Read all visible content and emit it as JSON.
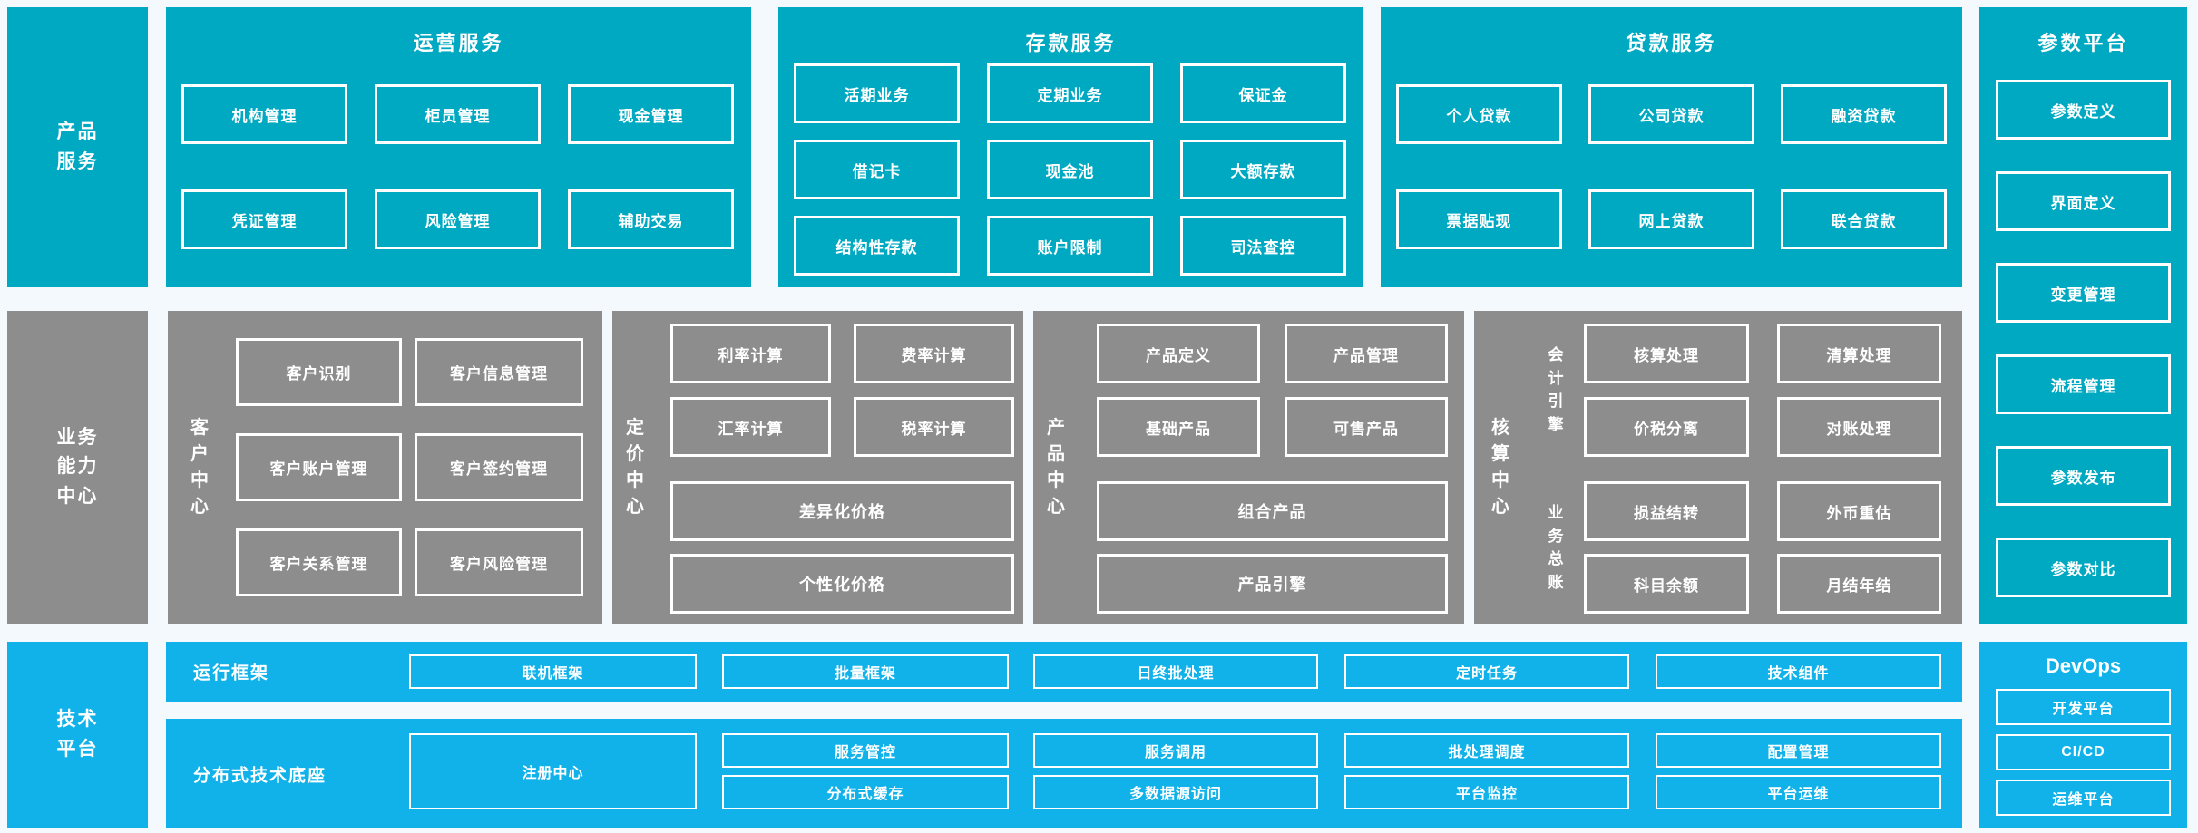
{
  "colors": {
    "teal": "#00a9c2",
    "gray": "#8d8d8d",
    "blue": "#10b2e9",
    "bg": "#f3f9fc",
    "white": "#ffffff"
  },
  "left_labels": {
    "product": "产品\n服务",
    "capability": "业务\n能力\n中心",
    "tech": "技术\n平台"
  },
  "operations": {
    "title": "运营服务",
    "items": [
      "机构管理",
      "柜员管理",
      "现金管理",
      "凭证管理",
      "风险管理",
      "辅助交易"
    ]
  },
  "deposits": {
    "title": "存款服务",
    "items": [
      "活期业务",
      "定期业务",
      "保证金",
      "借记卡",
      "现金池",
      "大额存款",
      "结构性存款",
      "账户限制",
      "司法查控"
    ]
  },
  "loans": {
    "title": "贷款服务",
    "items": [
      "个人贷款",
      "公司贷款",
      "融资贷款",
      "票据贴现",
      "网上贷款",
      "联合贷款"
    ]
  },
  "params": {
    "title": "参数平台",
    "items": [
      "参数定义",
      "界面定义",
      "变更管理",
      "流程管理",
      "参数发布",
      "参数对比"
    ]
  },
  "customer": {
    "label": "客户中心",
    "items": [
      "客户识别",
      "客户信息管理",
      "客户账户管理",
      "客户签约管理",
      "客户关系管理",
      "客户风险管理"
    ]
  },
  "pricing": {
    "label": "定价中心",
    "items": [
      "利率计算",
      "费率计算",
      "汇率计算",
      "税率计算"
    ],
    "wide": [
      "差异化价格",
      "个性化价格"
    ]
  },
  "product_center": {
    "label": "产品中心",
    "items": [
      "产品定义",
      "产品管理",
      "基础产品",
      "可售产品"
    ],
    "wide": [
      "组合产品",
      "产品引擎"
    ]
  },
  "accounting": {
    "label": "核算中心",
    "groups": [
      {
        "label": "会计引擎",
        "items": [
          "核算处理",
          "清算处理",
          "价税分离",
          "对账处理"
        ]
      },
      {
        "label": "业务总账",
        "items": [
          "损益结转",
          "外币重估",
          "科目余额",
          "月结年结"
        ]
      }
    ]
  },
  "runtime": {
    "label": "运行框架",
    "items": [
      "联机框架",
      "批量框架",
      "日终批处理",
      "定时任务",
      "技术组件"
    ]
  },
  "distributed": {
    "label": "分布式技术底座",
    "registry": "注册中心",
    "rows": [
      [
        "服务管控",
        "服务调用",
        "批处理调度",
        "配置管理"
      ],
      [
        "分布式缓存",
        "多数据源访问",
        "平台监控",
        "平台运维"
      ]
    ]
  },
  "devops": {
    "title": "DevOps",
    "items": [
      "开发平台",
      "CI/CD",
      "运维平台"
    ]
  }
}
